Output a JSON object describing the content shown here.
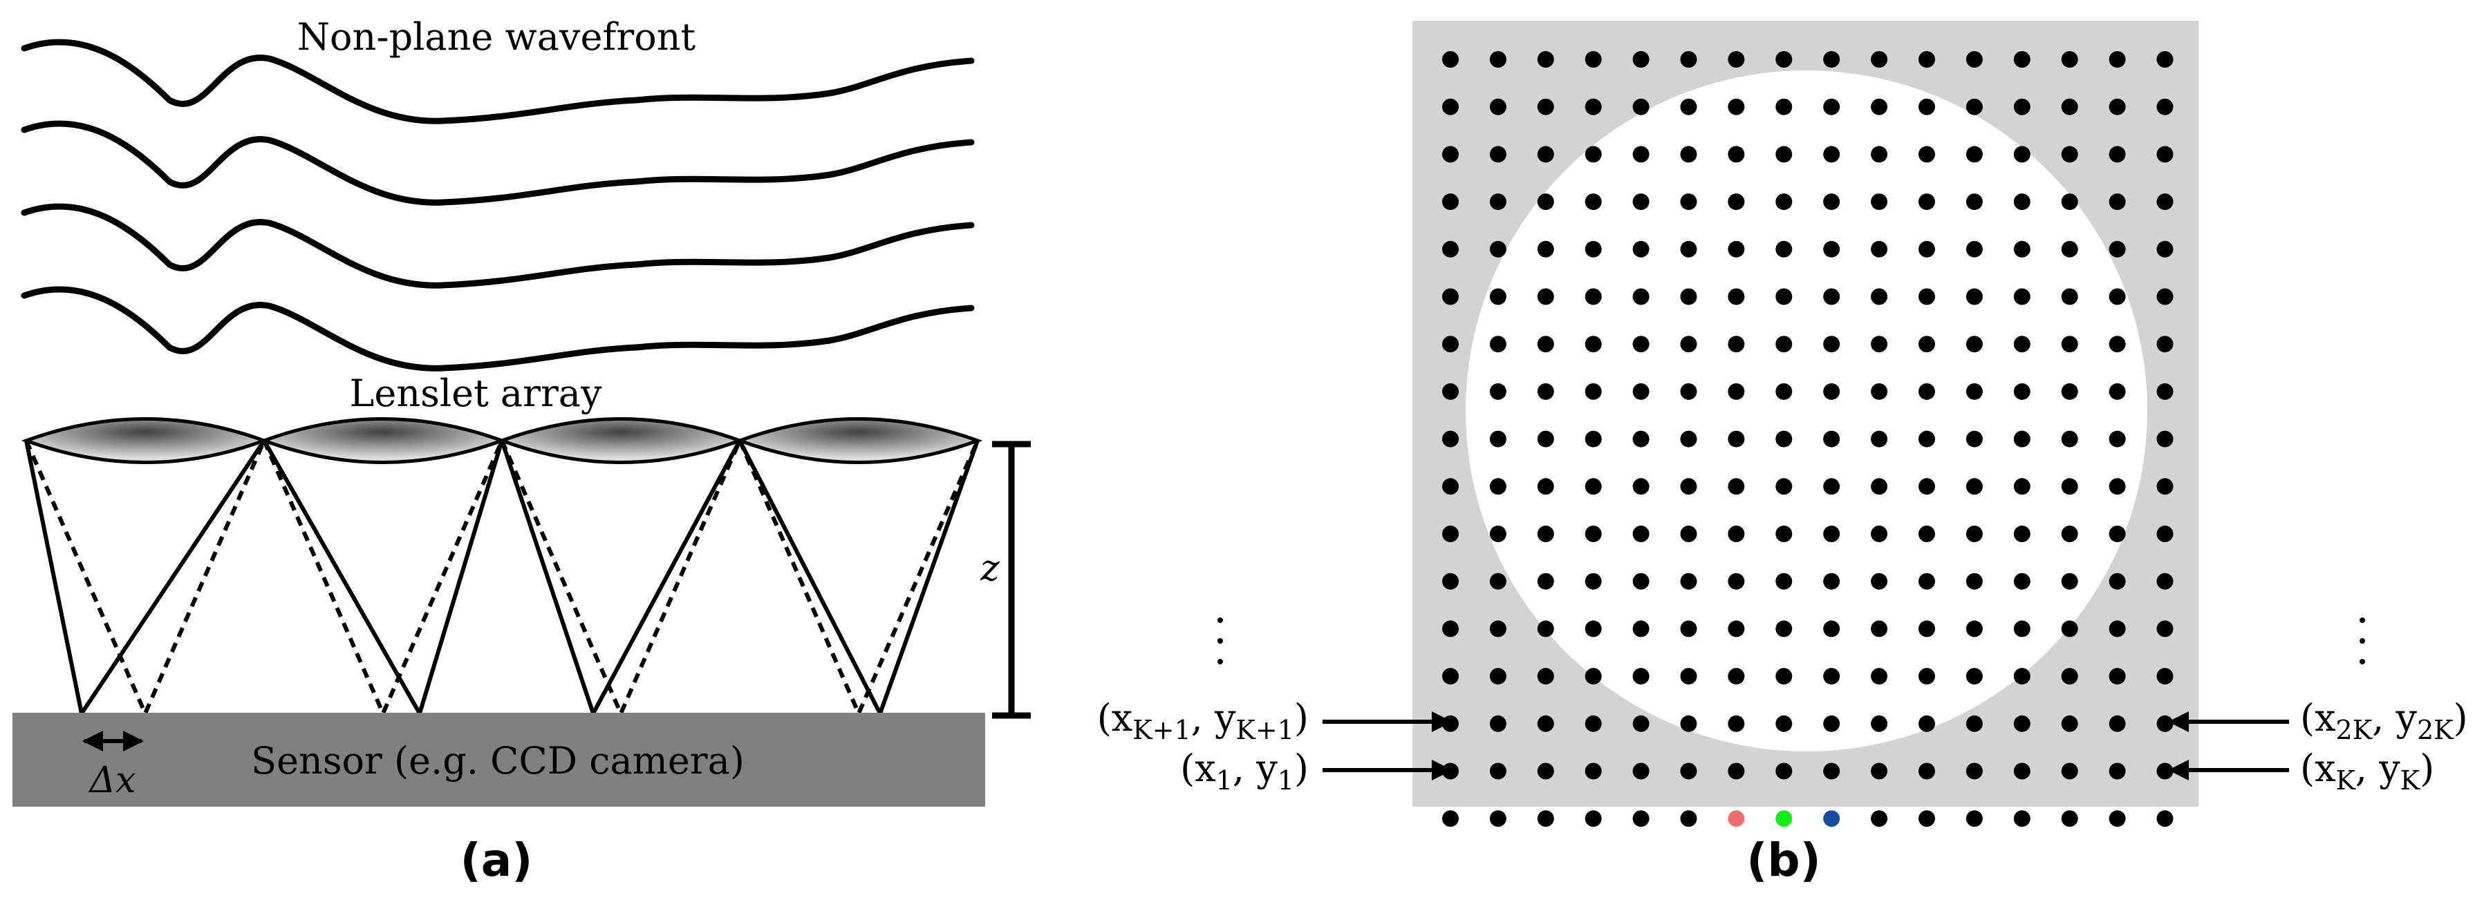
{
  "panel_a": {
    "title_wavefront": "Non-plane wavefront",
    "title_lenslet": "Lenslet array",
    "label_z": "z",
    "sensor_label": "Sensor (e.g. CCD camera)",
    "dx_label": "Δx",
    "caption": "(a)",
    "colors": {
      "sensor": "#808080",
      "lens_edge": "#b8b8b8",
      "lens_center": "#404040"
    }
  },
  "panel_b": {
    "caption": "(b)",
    "grid_rows": 17,
    "grid_cols": 16,
    "label_left_top": "(x_{K+1}, y_{K+1})",
    "label_left_bottom": "(x_1, y_1)",
    "label_right_top": "(x_{2K}, y_{2K})",
    "label_right_bottom": "(x_K, y_K)",
    "label_left_top_parts": {
      "a": "(x",
      "b": "K+1",
      "c": ", y",
      "d": "K+1",
      "e": ")"
    },
    "label_left_bottom_parts": {
      "a": "(x",
      "b": "1",
      "c": ", y",
      "d": "1",
      "e": ")"
    },
    "label_right_top_parts": {
      "a": "(x",
      "b": "2K",
      "c": ", y",
      "d": "2K",
      "e": ")"
    },
    "label_right_bottom_parts": {
      "a": "(x",
      "b": "K",
      "c": ", y",
      "d": "K",
      "e": ")"
    },
    "colored_dots": [
      {
        "row": 16,
        "col": 6,
        "color": "#f07070"
      },
      {
        "row": 16,
        "col": 7,
        "color": "#11ee11"
      },
      {
        "row": 16,
        "col": 8,
        "color": "#1a4aa0"
      }
    ],
    "colors": {
      "background": "#d3d3d3",
      "aperture": "#ffffff",
      "dot": "#000000"
    }
  }
}
